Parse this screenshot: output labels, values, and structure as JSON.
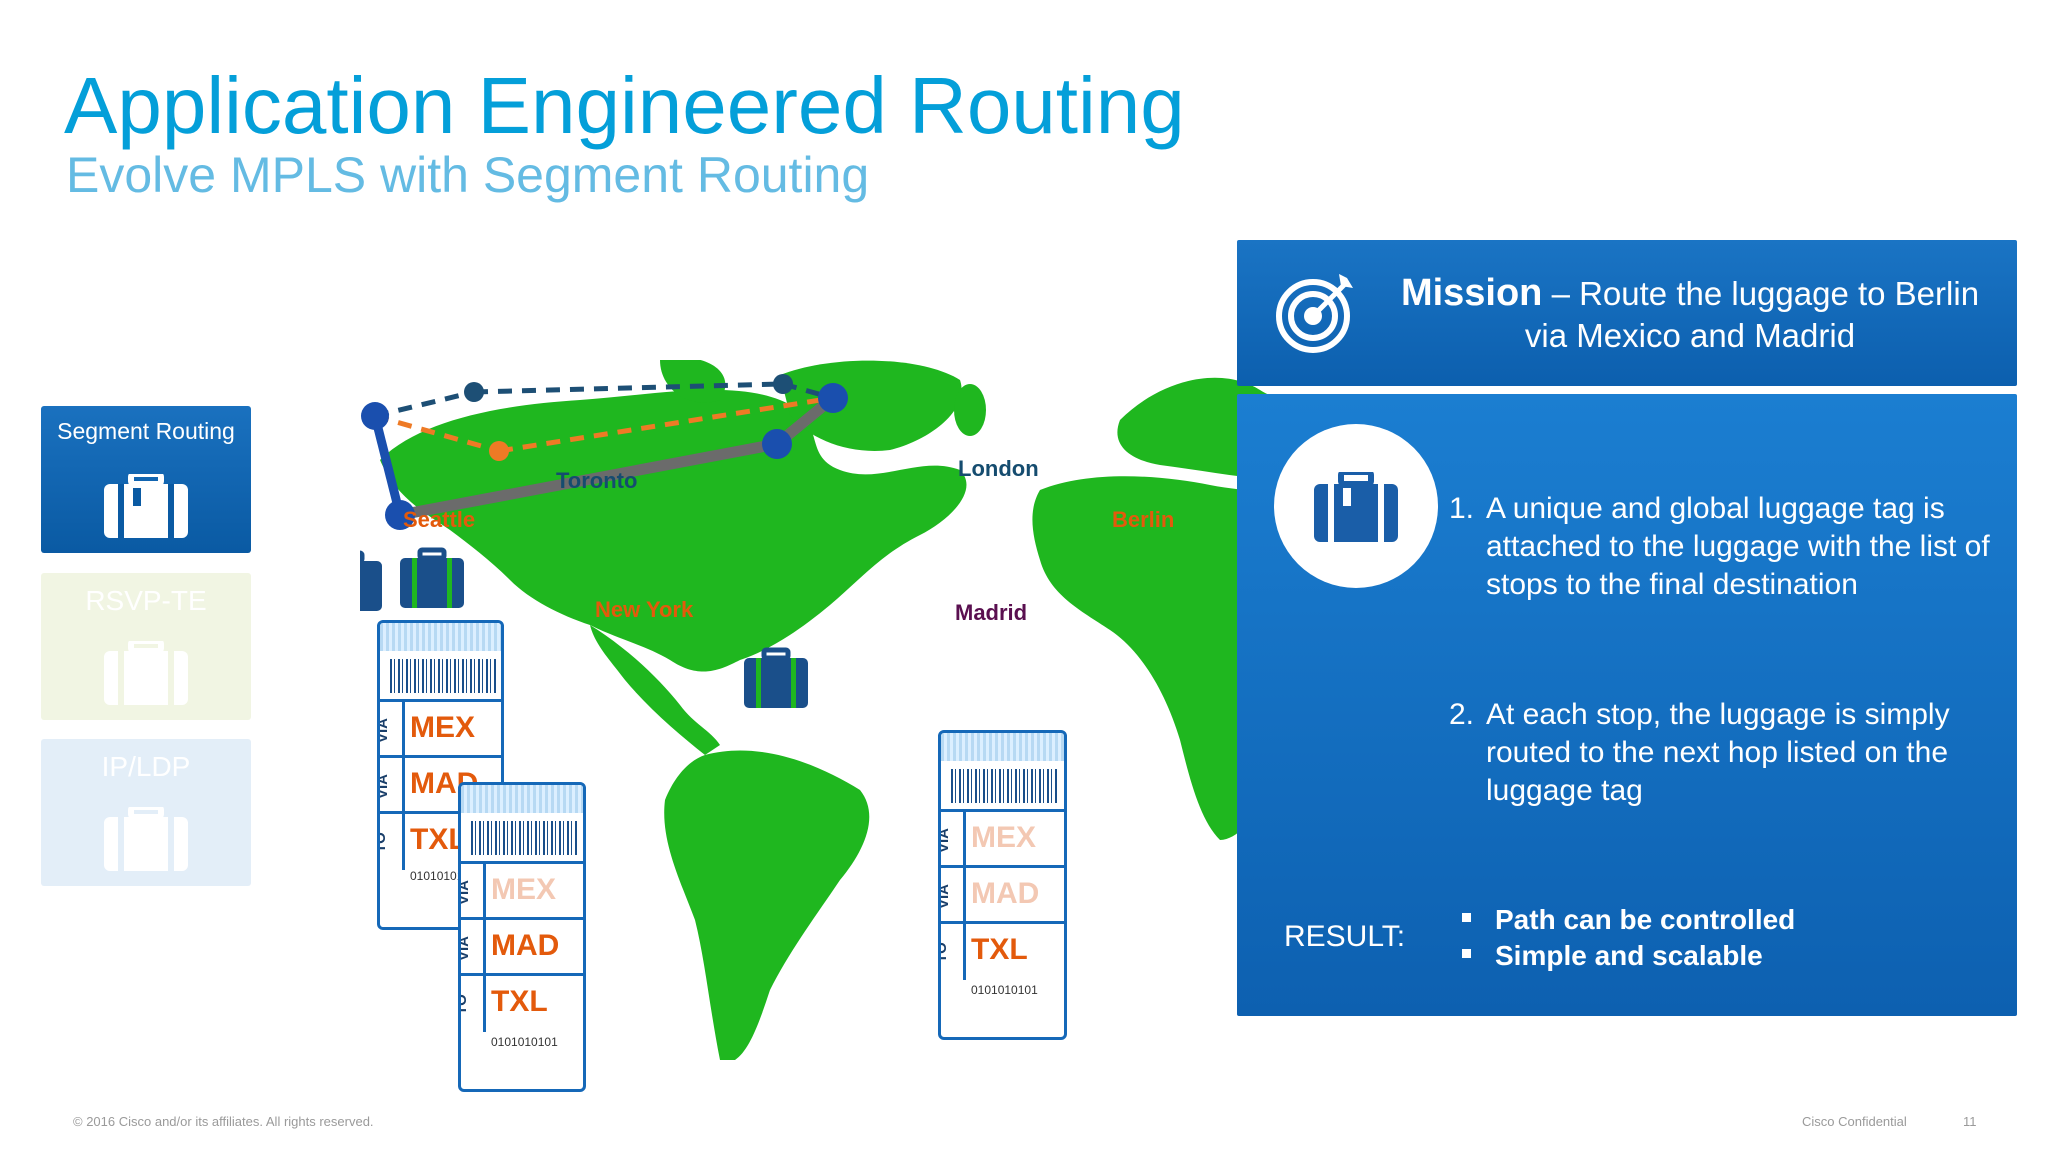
{
  "slide": {
    "title": "Application Engineered Routing",
    "subtitle": "Evolve MPLS with Segment Routing"
  },
  "sidebar": {
    "items": [
      {
        "label": "Segment Routing",
        "state": "active",
        "icon": "luggage-icon"
      },
      {
        "label": "RSVP-TE",
        "state": "faded",
        "icon": "luggage-icon"
      },
      {
        "label": "IP/LDP",
        "state": "faded",
        "icon": "luggage-icon"
      }
    ]
  },
  "map": {
    "cities": {
      "toronto": "Toronto",
      "london": "London",
      "seattle": "Seattle",
      "berlin": "Berlin",
      "new_york": "New York",
      "madrid": "Madrid"
    },
    "colors": {
      "land": "#1fb71f",
      "path_selected": "#1a4fae",
      "path_gray": "#6b6b6b",
      "dashed_orange": "#ee7a25",
      "dashed_navy": "#1d4f75"
    },
    "tags": {
      "tag1": {
        "rows": [
          {
            "side": "VIA",
            "code": "MEX"
          },
          {
            "side": "VIA",
            "code": "MAD"
          },
          {
            "side": "TO",
            "code": "TXL"
          }
        ],
        "binary": "01010101"
      },
      "tag2": {
        "rows": [
          {
            "side": "VIA",
            "code": "MEX"
          },
          {
            "side": "VIA",
            "code": "MAD"
          },
          {
            "side": "TO",
            "code": "TXL"
          }
        ],
        "binary": "0101010101"
      },
      "tag3": {
        "rows": [
          {
            "side": "VIA",
            "code": "MEX"
          },
          {
            "side": "VIA",
            "code": "MAD"
          },
          {
            "side": "TO",
            "code": "TXL"
          }
        ],
        "binary": "0101010101"
      }
    }
  },
  "mission": {
    "label": "Mission",
    "text_line1": " – Route the luggage to Berlin",
    "text_line2": "via Mexico and Madrid",
    "icon": "target-icon"
  },
  "info": {
    "icon": "luggage-icon",
    "step1_num": "1.",
    "step1_text": "A unique and global luggage tag is attached to the luggage with the list of stops to the final destination",
    "step2_num": "2.",
    "step2_text": "At each stop, the luggage is simply routed to the next hop listed on the luggage tag",
    "result_label": "RESULT:",
    "bullets": [
      "Path can be controlled",
      "Simple and scalable"
    ]
  },
  "footer": {
    "copyright": "© 2016 Cisco and/or its affiliates. All rights reserved.",
    "confidential": "Cisco Confidential",
    "page": "11"
  }
}
